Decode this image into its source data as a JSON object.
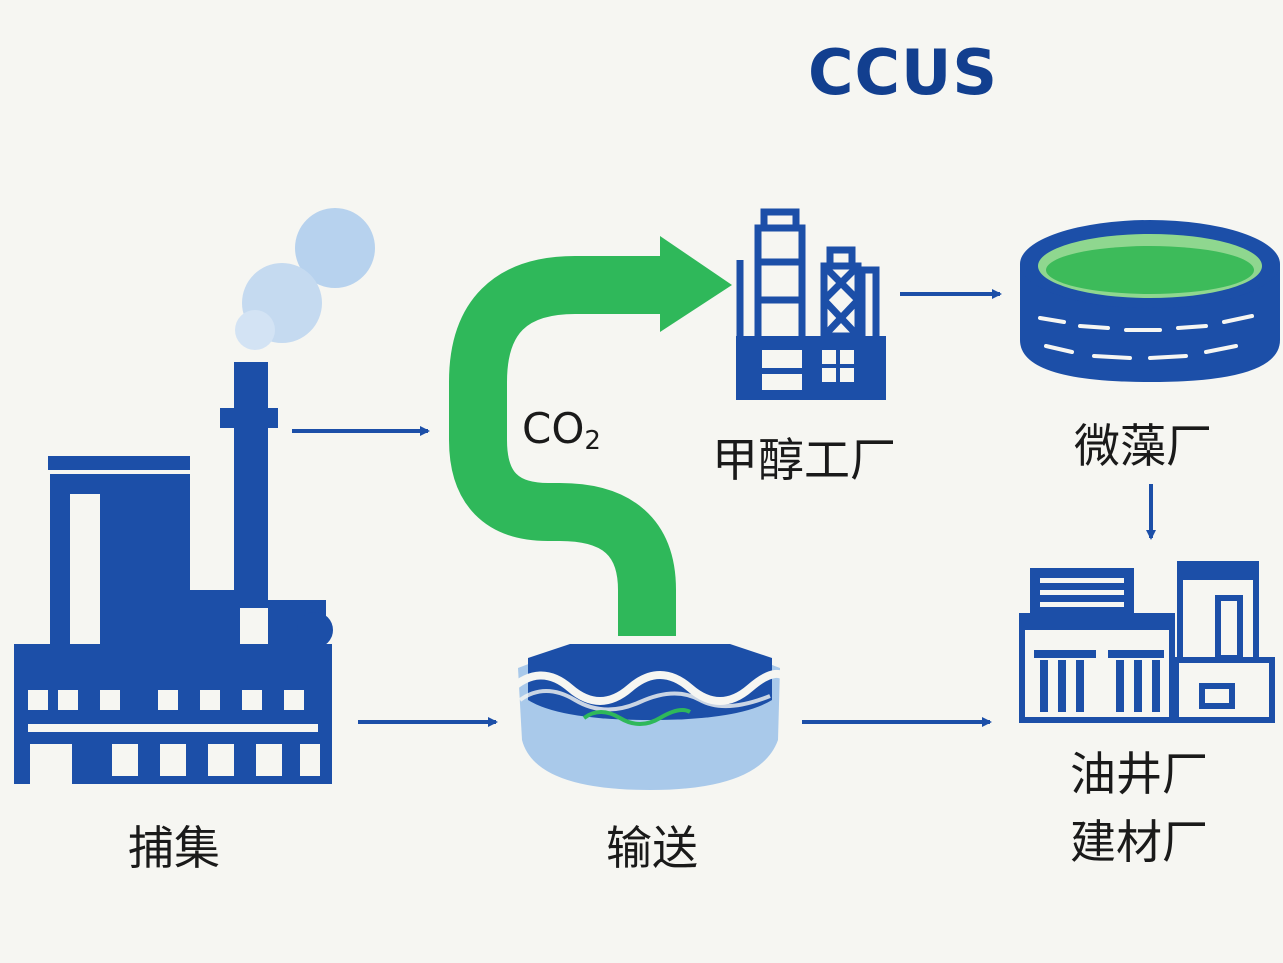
{
  "title": "CCUS",
  "co2": {
    "main": "CO",
    "sub": "2"
  },
  "nodes": {
    "capture": "捕集",
    "transport": "输送",
    "methanol": "甲醇工厂",
    "microalgae": "微藻厂",
    "oilfield": "油井厂",
    "building": "建材厂"
  },
  "colors": {
    "blue": "#1c4fa8",
    "dark_blue": "#123f8f",
    "green": "#2fb85a",
    "light_green": "#8fd78f",
    "light_blue": "#a9c9ea",
    "background": "#f6f6f2"
  },
  "icons": [
    "power-plant-icon",
    "pipeline-icon",
    "reservoir-icon",
    "methanol-factory-icon",
    "algae-pond-icon",
    "oilfield-building-icon"
  ]
}
